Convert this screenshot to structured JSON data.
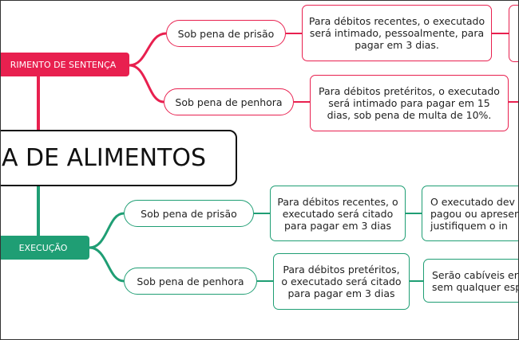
{
  "central": {
    "title": "A DE ALIMENTOS"
  },
  "branches": {
    "top": {
      "label": "RIMENTO DE SENTENÇA",
      "color": "#e8204f",
      "items": [
        {
          "oval": "Sob pena de prisão",
          "detail": "Para débitos recentes, o executado\nserá intimado, pessoalmente, para\npagar em 3 dias."
        },
        {
          "oval": "Sob pena de penhora",
          "detail": "Para débitos pretéritos, o executado\nserá intimado para pagar em 15\ndias, sob pena de multa de 10%."
        }
      ]
    },
    "bottom": {
      "label": "EXECUÇÃO",
      "color": "#1f9e74",
      "items": [
        {
          "oval": "Sob pena de prisão",
          "detail": "Para débitos recentes, o\nexecutado será citado\npara pagar em 3 dias",
          "extra": "O executado dev\npagou ou apresen\njustifiquem o in"
        },
        {
          "oval": "Sob pena de penhora",
          "detail": "Para débitos pretéritos,\no executado será citado\npara pagar em 3 dias",
          "extra": "Serão cabíveis er\nsem qualquer esp"
        }
      ]
    }
  }
}
